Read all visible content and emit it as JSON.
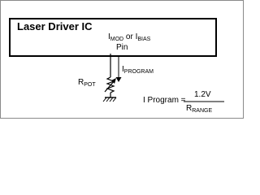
{
  "ic": {
    "title": "Laser Driver IC",
    "pin": {
      "i_mod": "I",
      "i_mod_sub": "MOD",
      "or": " or ",
      "i_bias": "I",
      "i_bias_sub": "BIAS",
      "pin_label": "Pin"
    }
  },
  "current": {
    "main": "I",
    "sub": "PROGRAM"
  },
  "resistor": {
    "main": "R",
    "sub": "POT"
  },
  "equation": {
    "left": "I Program =",
    "numerator": "1.2V",
    "denominator_main": "R",
    "denominator_sub": "RANGE"
  }
}
